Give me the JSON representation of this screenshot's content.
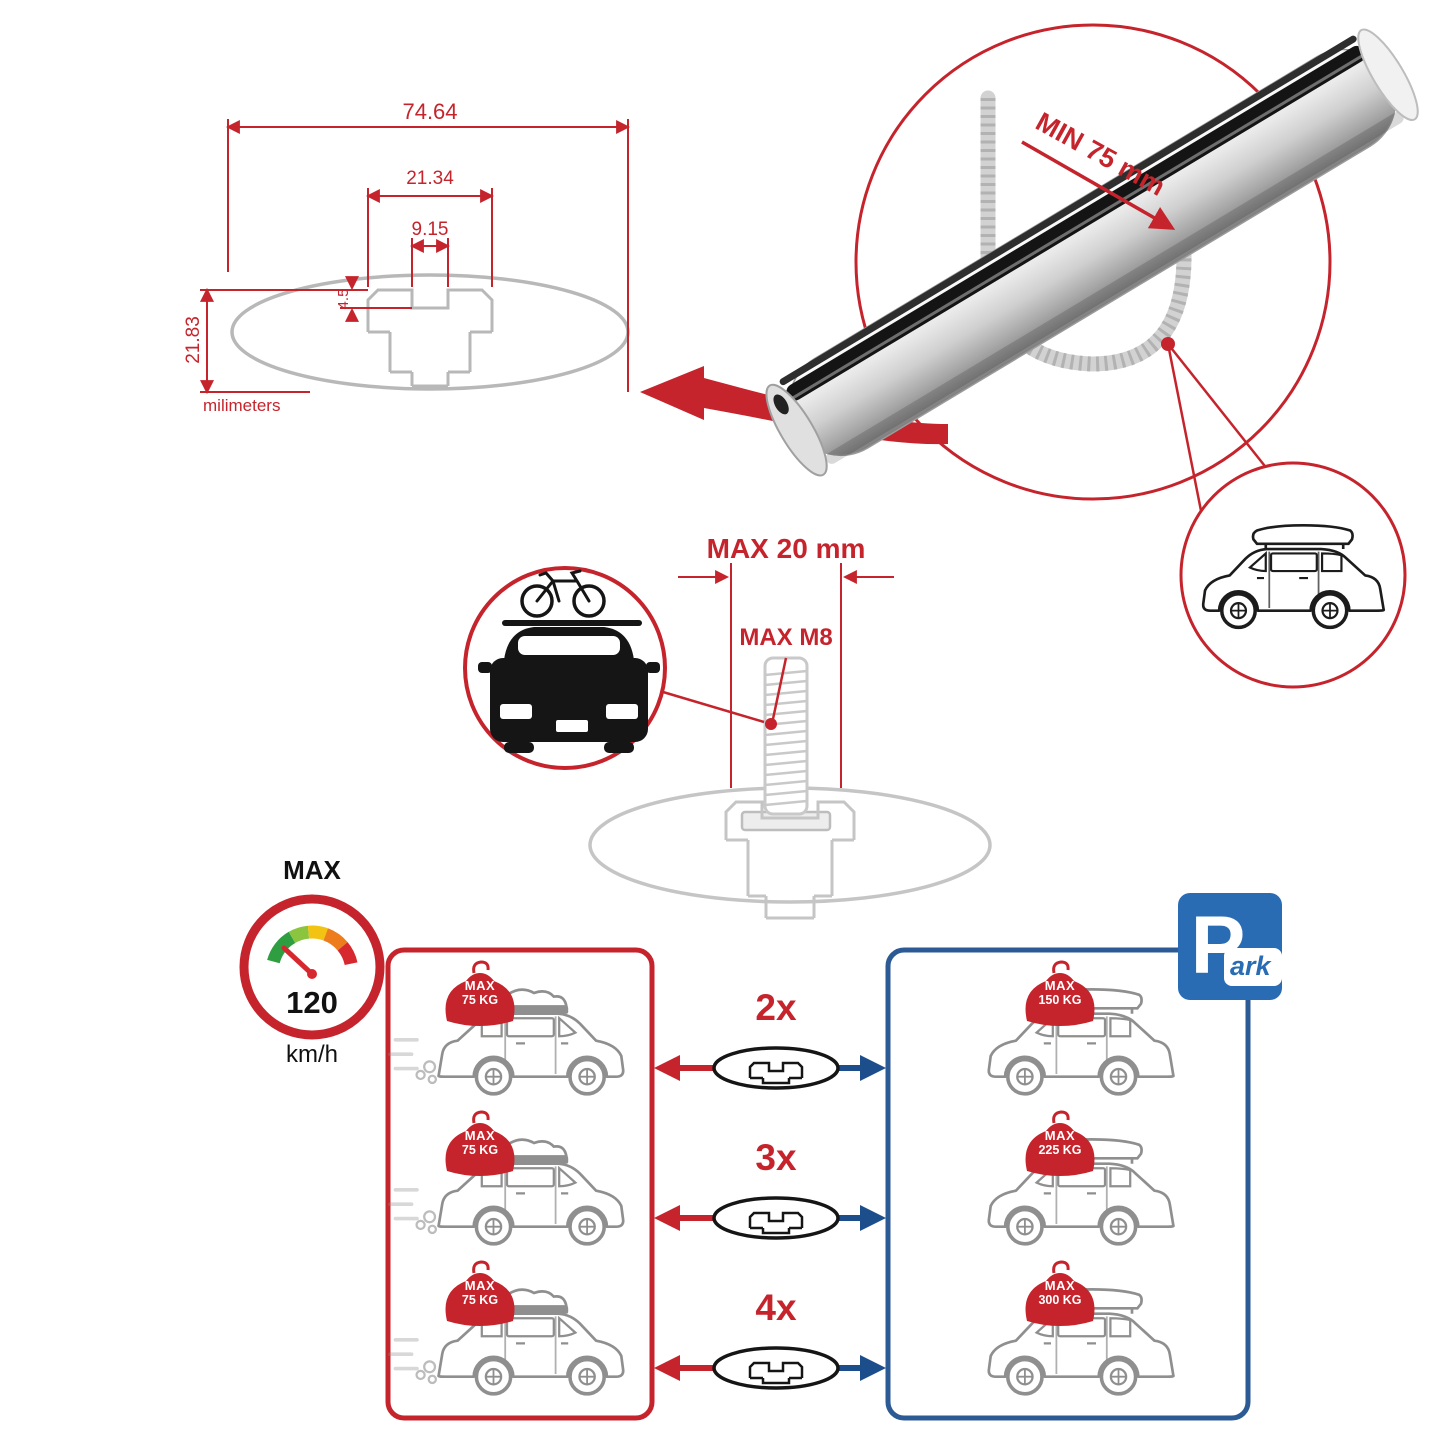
{
  "cross_section": {
    "overall_width": "74.64",
    "channel_outer_width": "21.34",
    "channel_slot_width": "9.15",
    "slot_depth": "4.5",
    "overall_height": "21.83",
    "units_label": "milimeters"
  },
  "clamp": {
    "min_grip_label": "MIN 75 mm"
  },
  "bolt": {
    "max_length_label": "MAX 20 mm",
    "max_thread_label": "MAX M8"
  },
  "speed_limit": {
    "title": "MAX",
    "value": "120",
    "units": "km/h"
  },
  "parking_sign": {
    "letter": "P",
    "suffix": "ark"
  },
  "left_panel": {
    "cars": [
      {
        "max_label": "MAX",
        "weight": "75 KG"
      },
      {
        "max_label": "MAX",
        "weight": "75 KG"
      },
      {
        "max_label": "MAX",
        "weight": "75 KG"
      }
    ]
  },
  "right_panel": {
    "cars": [
      {
        "max_label": "MAX",
        "weight": "150 KG"
      },
      {
        "max_label": "MAX",
        "weight": "225 KG"
      },
      {
        "max_label": "MAX",
        "weight": "300 KG"
      }
    ]
  },
  "bar_counts": [
    "2x",
    "3x",
    "4x"
  ],
  "colors": {
    "red": "#c5242c",
    "panel_blue": "#2b5a94",
    "arrow_blue": "#1d4e8c",
    "sign_blue": "#2a6cb3",
    "line_gray": "#b8b8b8"
  }
}
